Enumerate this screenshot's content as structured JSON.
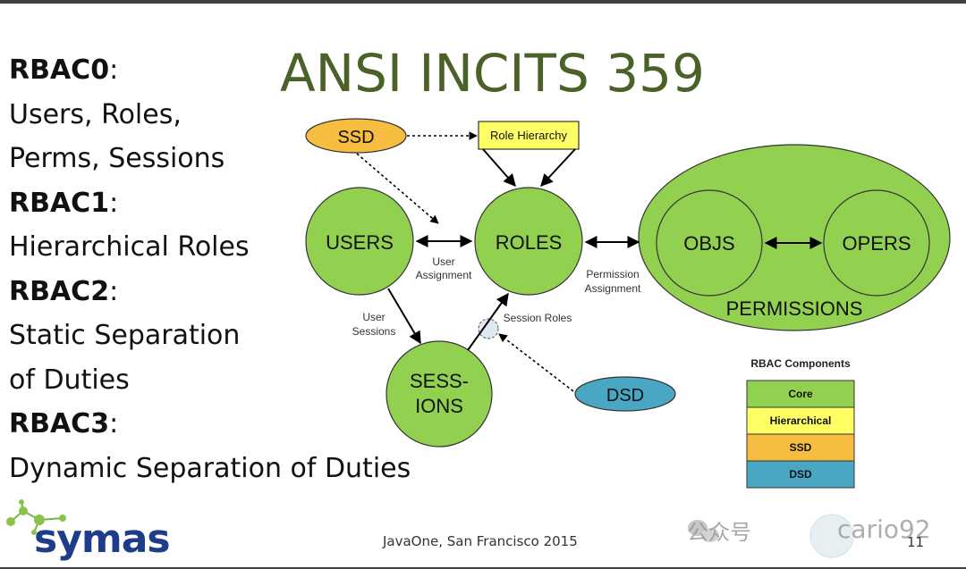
{
  "slide": {
    "title": "ANSI INCITS 359",
    "left_lines": [
      {
        "bold": "RBAC0",
        "rest": ":"
      },
      {
        "text": "Users, Roles,"
      },
      {
        "text": "Perms, Sessions"
      },
      {
        "bold": "RBAC1",
        "rest": ":"
      },
      {
        "text": "Hierarchical Roles"
      },
      {
        "bold": "RBAC2",
        "rest": ":"
      },
      {
        "text": "Static Separation"
      },
      {
        "text": "of Duties"
      },
      {
        "bold": "RBAC3",
        "rest": ":"
      },
      {
        "text": "Dynamic Separation of Duties"
      }
    ],
    "footer": "JavaOne, San Francisco 2015",
    "page_number": "11",
    "logo_text": "symas"
  },
  "diagram": {
    "nodes": {
      "users": "USERS",
      "roles": "ROLES",
      "sessions_line1": "SESS-",
      "sessions_line2": "IONS",
      "objs": "OBJS",
      "opers": "OPERS",
      "permissions": "PERMISSIONS",
      "ssd": "SSD",
      "dsd": "DSD",
      "role_hierarchy": "Role Hierarchy"
    },
    "edge_labels": {
      "user_assignment_1": "User",
      "user_assignment_2": "Assignment",
      "permission_assignment_1": "Permission",
      "permission_assignment_2": "Assignment",
      "user_sessions_1": "User",
      "user_sessions_2": "Sessions",
      "session_roles": "Session Roles"
    },
    "legend": {
      "title": "RBAC Components",
      "items": [
        {
          "label": "Core",
          "color": "#92d050"
        },
        {
          "label": "Hierarchical",
          "color": "#ffff66"
        },
        {
          "label": "SSD",
          "color": "#f6bd40"
        },
        {
          "label": "DSD",
          "color": "#4aa7c4"
        }
      ]
    },
    "colors": {
      "core": "#92d050",
      "hierarchical": "#ffff66",
      "ssd": "#f6bd40",
      "dsd": "#4aa7c4",
      "title": "#4a6127",
      "logo": "#1d3d8a"
    }
  },
  "watermark": {
    "text": "公众号",
    "handle": "cario92"
  }
}
